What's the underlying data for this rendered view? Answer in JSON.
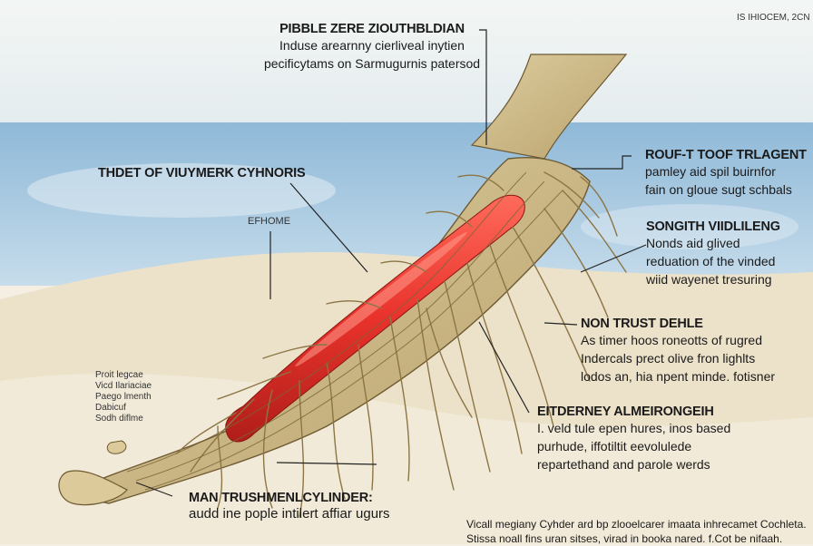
{
  "corner_note": "IS IHIOCEM, 2CN",
  "labels": {
    "top": {
      "title": "PIBBLE ZERE ZIOUTHBLDIAN",
      "lines": [
        "Induse arearnny cierliveal inytien",
        "pecificytams on Sarmugurnis patersod"
      ]
    },
    "left_title": "THDET OF VIUYMERK CYHNORIS",
    "left_small": "EFHOME",
    "left_list": [
      "Proit legcae",
      "Vicd Ilariaciae",
      "Paego lmenth",
      "Dabicuf",
      "Sodh diflme"
    ],
    "root_tip": {
      "title": "ROUF-T TOOF TRLAGENT",
      "lines": [
        "pamley aid spil buirnfor",
        "fain on gloue sugt schbals"
      ]
    },
    "songith": {
      "title": "SONGITH VIIDLILENG",
      "lines": [
        "Nonds aid glived",
        "reduation of the vinded",
        "wiid wayenet tresuring"
      ]
    },
    "non_trust": {
      "title": "NON TRUST DEHLE",
      "lines": [
        "As timer hoos roneotts of rugred",
        "Indercals prect olive fron lighlts",
        "lodos an, hia npent minde. fotisner"
      ]
    },
    "eitd": {
      "title": "EITDERNEY ALMEIRONGEIH",
      "lines": [
        "I. veld tule epen hures, inos based",
        "purhude, iffotiltit eevolulede",
        "repartethand and parole werds"
      ]
    },
    "main": {
      "title": "MAN TRUSHMENLCYLINDER:",
      "line": "audd ine pople intilert affiar ugurs"
    },
    "caption": [
      "Vicall megiany Cyhder ard bp zlooelcarer imaata inhrecamet Cochleta.",
      "Stissa noall fins uran sitses, virad in booka nared. f.Cot be nifaah."
    ]
  },
  "colors": {
    "sky_top": "#e9f0f4",
    "water": "#9ec4de",
    "sand": "#eadfc6",
    "root": "#cdb98a",
    "root_outline": "#6e5a33",
    "cylinder": "#e8322b"
  }
}
